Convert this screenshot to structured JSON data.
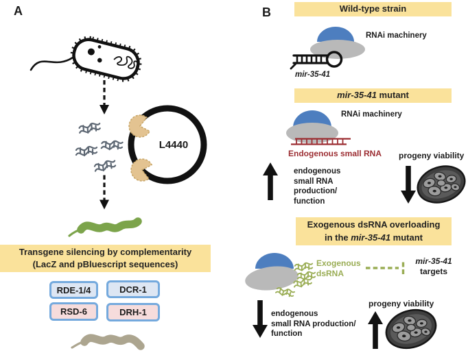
{
  "colors": {
    "header_yellow": "#fae29b",
    "dome_blue": "#4d7ebf",
    "machine_gray": "#b9b9b9",
    "dark_red": "#9c2e33",
    "olive": "#9aad55",
    "worm_green": "#7ca44b",
    "worm_gray": "#aca58f",
    "box_border_blue": "#74a9dd",
    "box_fill_blue": "#dde6f3",
    "box_fill_pink": "#f6dcdc",
    "plasmid_tan": "#e3c391",
    "dsrna_gray": "#5d6773",
    "ink_black": "#111111"
  },
  "panelA": {
    "label": "A",
    "plasmid_label": "L4440",
    "silencing_line1": "Transgene silencing by complementarity",
    "silencing_line2": "(LacZ and pBluescript sequences)",
    "genes": [
      {
        "label": "RDE-1/4"
      },
      {
        "label": "DCR-1"
      },
      {
        "label": "RSD-6"
      },
      {
        "label": "DRH-1"
      }
    ]
  },
  "panelB": {
    "label": "B",
    "wildtype": {
      "title": "Wild-type strain",
      "machinery": "RNAi machinery",
      "mirna": "mir-35-41"
    },
    "mutant": {
      "title_italic": "mir-35-41",
      "title_rest": " mutant",
      "machinery": "RNAi machinery",
      "endogenous_rna": "Endogenous small RNA",
      "up_text": "endogenous\nsmall RNA production/\nfunction",
      "viability": "progeny viability"
    },
    "overload": {
      "title_line1": "Exogenous dsRNA overloading",
      "title_pre": "in the ",
      "title_italic": "mir-35-41",
      "title_post": " mutant",
      "exo_label": "Exogenous\ndsRNA",
      "targets_italic": "mir-35-41",
      "targets_rest": "targets",
      "down_text": "endogenous\nsmall RNA production/\nfunction",
      "viability": "progeny viability"
    }
  }
}
